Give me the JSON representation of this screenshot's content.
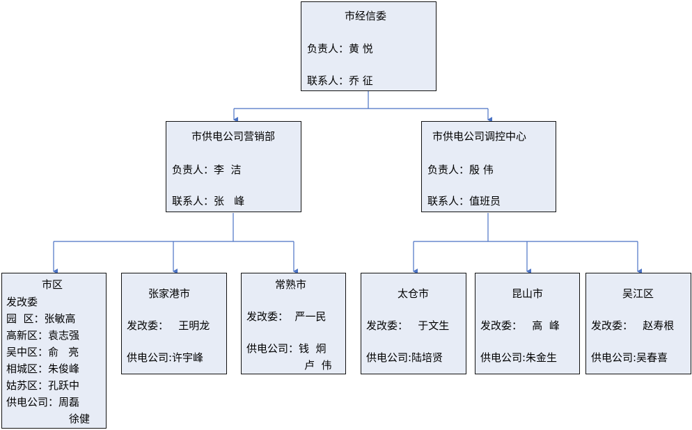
{
  "top": {
    "title": "市经信委",
    "lines": [
      "负责人：黄 悦",
      "联系人：乔 征"
    ]
  },
  "mid_left": {
    "title": "市供电公司营销部",
    "lines": [
      "负责人：李  洁",
      "联系人：张   峰"
    ]
  },
  "mid_right": {
    "title": "市供电公司调控中心",
    "lines": [
      "负责人：殷 伟",
      "联系人：值班员"
    ]
  },
  "shiqu": {
    "title": "市区",
    "lines": [
      "发改委",
      "园  区：张敏高",
      "高新区：袁志强",
      "吴中区：俞   亮",
      "相城区：朱俊峰",
      "姑苏区：孔跃中",
      "供电公司：周磊",
      "徐健"
    ]
  },
  "zjg": {
    "title": "张家港市",
    "lines": [
      "发改委：   王明龙",
      "供电公司:许宇峰"
    ]
  },
  "changshu": {
    "title": "常熟市",
    "lines": [
      "发改委：  严一民",
      "供电公司：钱  炯",
      "卢  伟"
    ]
  },
  "taicang": {
    "title": "太仓市",
    "lines": [
      "发改委：   于文生",
      "供电公司:陆培贤"
    ]
  },
  "kunshan": {
    "title": "昆山市",
    "lines": [
      "发改委：   高  峰",
      "供电公司:朱金生"
    ]
  },
  "wujiang": {
    "title": "吴江区",
    "lines": [
      "发改委：   赵寿根",
      "供电公司:吴春喜"
    ]
  },
  "colors": {
    "box_fill": "#e7ecf6",
    "connector": "#4a72c4"
  }
}
